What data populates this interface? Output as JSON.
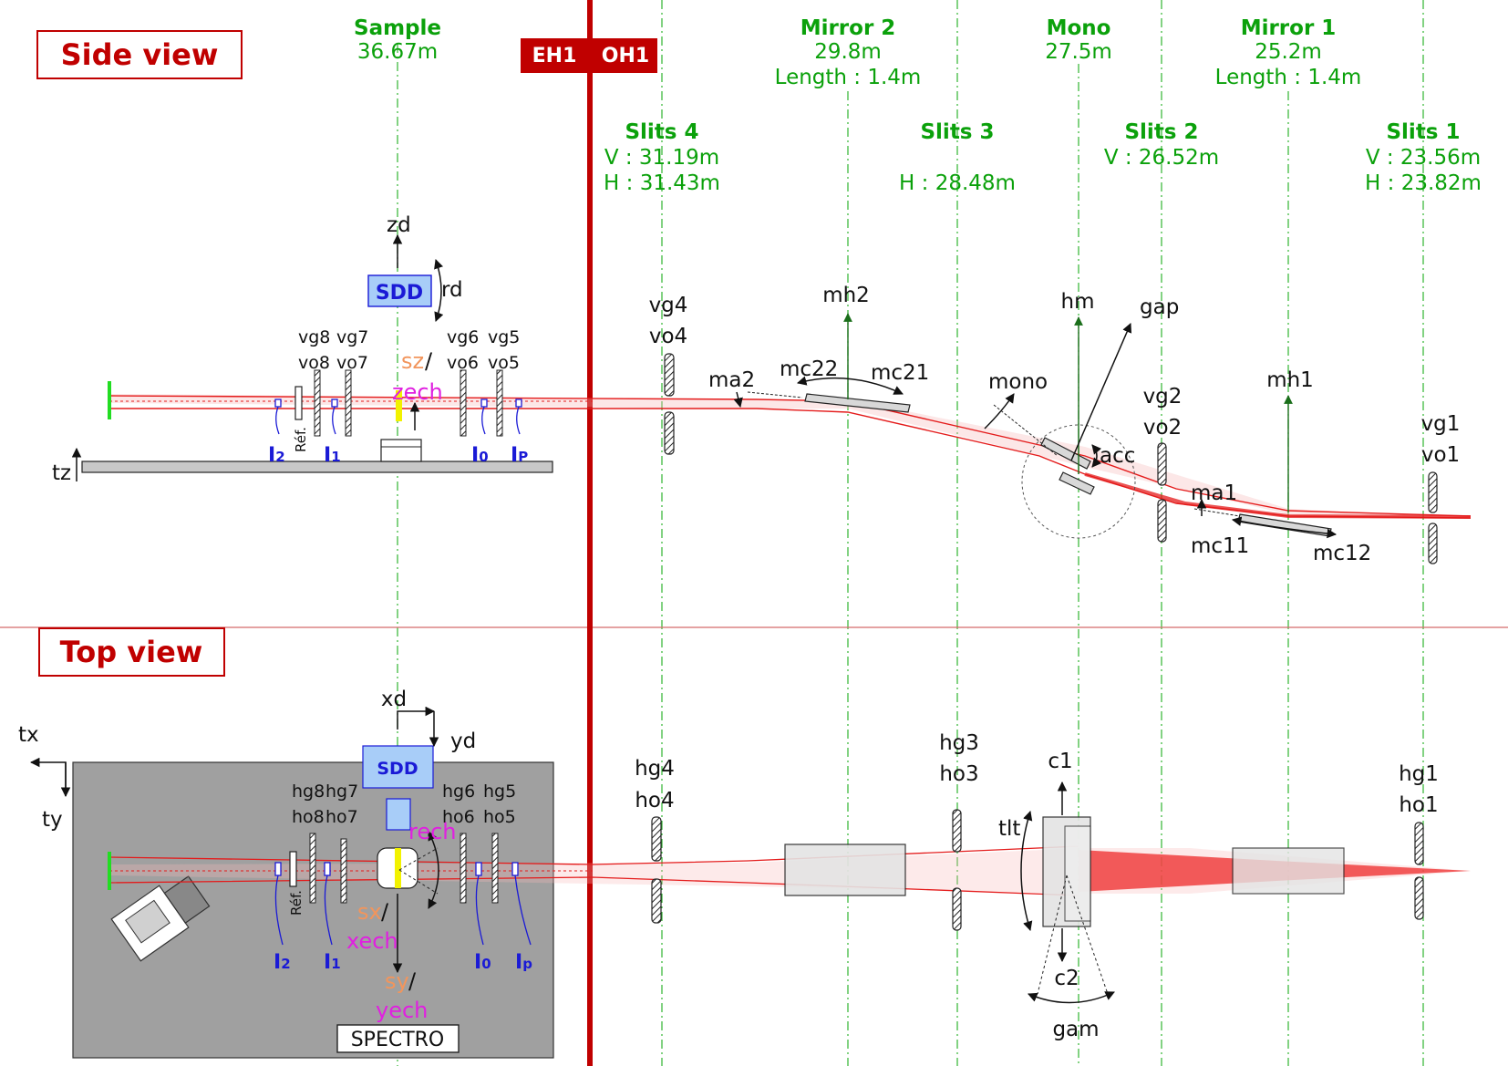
{
  "views": {
    "side": "Side view",
    "top": "Top view"
  },
  "hutch": {
    "left": "EH1",
    "right": "OH1"
  },
  "positions": {
    "sample": {
      "name": "Sample",
      "value": "36.67m"
    },
    "mirror2": {
      "name": "Mirror 2",
      "value": "29.8m",
      "length": "Length : 1.4m"
    },
    "mono": {
      "name": "Mono",
      "value": "27.5m"
    },
    "mirror1": {
      "name": "Mirror 1",
      "value": "25.2m",
      "length": "Length : 1.4m"
    },
    "slits4": {
      "name": "Slits 4",
      "v": "V : 31.19m",
      "h": "H : 31.43m"
    },
    "slits3": {
      "name": "Slits 3",
      "h": "H : 28.48m"
    },
    "slits2": {
      "name": "Slits 2",
      "v": "V : 26.52m"
    },
    "slits1": {
      "name": "Slits 1",
      "v": "V : 23.56m",
      "h": "H : 23.82m"
    }
  },
  "side_labels": {
    "zd": "zd",
    "rd": "rd",
    "sdd": "SDD",
    "vg8": "vg8",
    "vg7": "vg7",
    "vo8": "vo8",
    "vo7": "vo7",
    "vg6": "vg6",
    "vg5": "vg5",
    "vo6": "vo6",
    "vo5": "vo5",
    "sz": "sz",
    "slash": "/",
    "zech": "zech",
    "i2": "I",
    "i2s": "2",
    "ref": "Réf.",
    "i1": "I",
    "i1s": "1",
    "i0": "I",
    "i0s": "0",
    "ip": "I",
    "ips": "P",
    "tz": "tz",
    "vg4": "vg4",
    "vo4": "vo4",
    "ma2": "ma2",
    "mh2": "mh2",
    "mc22": "mc22",
    "mc21": "mc21",
    "hm": "hm",
    "gap": "gap",
    "mono": "mono",
    "acc": "acc",
    "vg2": "vg2",
    "vo2": "vo2",
    "mh1": "mh1",
    "ma1": "ma1",
    "mc11": "mc11",
    "mc12": "mc12",
    "vg1": "vg1",
    "vo1": "vo1"
  },
  "top_labels": {
    "xd": "xd",
    "yd": "yd",
    "tx": "tx",
    "ty": "ty",
    "sdd": "SDD",
    "hg8": "hg8",
    "hg7": "hg7",
    "ho8": "ho8",
    "ho7": "ho7",
    "hg6": "hg6",
    "hg5": "hg5",
    "ho6": "ho6",
    "ho5": "ho5",
    "rech": "rech",
    "sx": "sx",
    "slash": "/",
    "xech": "xech",
    "sy": "sy",
    "yech": "yech",
    "i2": "I",
    "i2s": "2",
    "ref": "Réf.",
    "i1": "I",
    "i1s": "1",
    "i0": "I",
    "i0s": "0",
    "ip": "I",
    "ips": "p",
    "spectro": "SPECTRO",
    "hg4": "hg4",
    "ho4": "ho4",
    "hg3": "hg3",
    "ho3": "ho3",
    "c1": "c1",
    "c2": "c2",
    "tlt": "tlt",
    "gam": "gam",
    "hg1": "hg1",
    "ho1": "ho1"
  },
  "colors": {
    "hutch": "#c00000",
    "beam": "#e41b1b",
    "guide": "#2fb52f",
    "label_green": "#0ba10b",
    "detector_blue": "#1a1ad6",
    "motor_salmon": "#f2955c",
    "motor_magenta": "#e020e0",
    "table_gray": "#a0a0a0",
    "sdd_fill": "#a8cdf8",
    "sample_yellow": "#f2f200"
  }
}
